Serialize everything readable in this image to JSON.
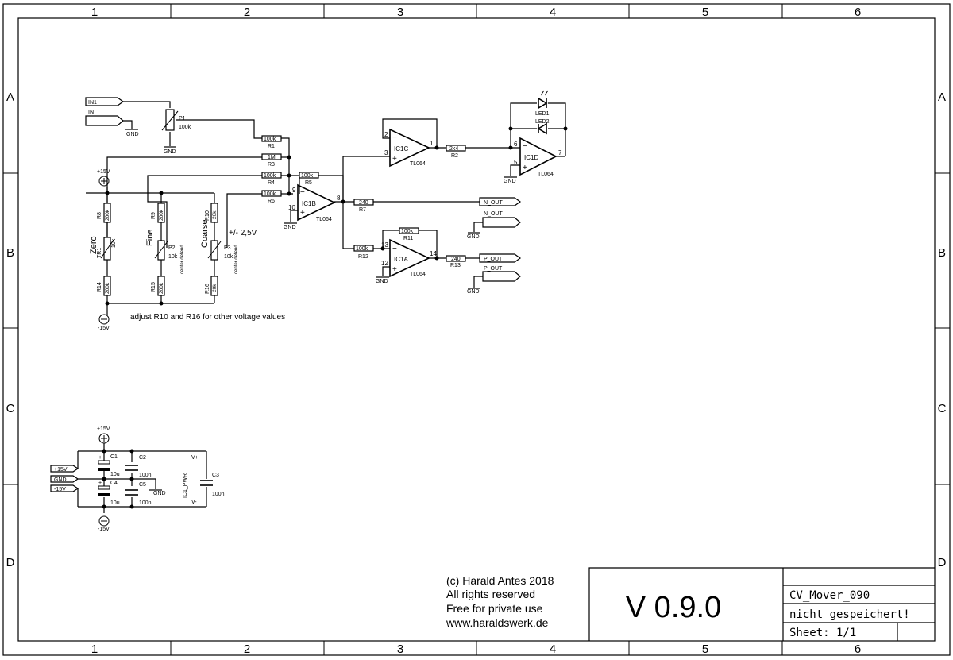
{
  "frame": {
    "columns": [
      "1",
      "2",
      "3",
      "4",
      "5",
      "6"
    ],
    "rows": [
      "A",
      "B",
      "C",
      "D"
    ]
  },
  "ports": {
    "in1": "IN1",
    "in": "IN",
    "n_out_1": "N_OUT",
    "n_out_2": "N_OUT",
    "p_out_1": "P_OUT",
    "p_out_2": "P_OUT",
    "pwr_p15": "+15V",
    "pwr_gnd": "GND",
    "pwr_m15": "-15V"
  },
  "supply": {
    "p15_a": "+15V",
    "m15_a": "-15V",
    "p15_b": "+15V",
    "m15_b": "-15V",
    "gnd": "GND"
  },
  "resistors": {
    "r1": {
      "ref": "R1",
      "value": "100k"
    },
    "r2": {
      "ref": "R2",
      "value": "2k4"
    },
    "r3": {
      "ref": "R3",
      "value": "1M"
    },
    "r4": {
      "ref": "R4",
      "value": "100k"
    },
    "r5": {
      "ref": "R5",
      "value": "100k"
    },
    "r6": {
      "ref": "R6",
      "value": "100k"
    },
    "r7": {
      "ref": "R7",
      "value": "240"
    },
    "r8": {
      "ref": "R8",
      "value": "200k"
    },
    "r9": {
      "ref": "R9",
      "value": "200k"
    },
    "r10": {
      "ref": "R10",
      "value": "20k"
    },
    "r11": {
      "ref": "R11",
      "value": "100k"
    },
    "r12": {
      "ref": "R12",
      "value": "100k"
    },
    "r13": {
      "ref": "R13",
      "value": "240"
    },
    "r14": {
      "ref": "R14",
      "value": "200k"
    },
    "r15": {
      "ref": "R15",
      "value": "200k"
    },
    "r16": {
      "ref": "R16",
      "value": "20k"
    }
  },
  "pots": {
    "p1": {
      "ref": "P1",
      "value": "100k"
    },
    "p2": {
      "ref": "P2",
      "value": "10k",
      "note": "center detend"
    },
    "p3": {
      "ref": "P3",
      "value": "10k",
      "note": "center detend"
    },
    "tr1": {
      "ref": "TR1",
      "value": "10k"
    }
  },
  "opamps": {
    "ic1a": {
      "ref": "IC1A",
      "part": "TL064",
      "pin_minus": "13",
      "pin_plus": "12",
      "pin_out": "14"
    },
    "ic1b": {
      "ref": "IC1B",
      "part": "TL064",
      "pin_minus": "9",
      "pin_plus": "10",
      "pin_out": "8"
    },
    "ic1c": {
      "ref": "IC1C",
      "part": "TL064",
      "pin_minus": "2",
      "pin_plus": "3",
      "pin_out": "1"
    },
    "ic1d": {
      "ref": "IC1D",
      "part": "TL064",
      "pin_minus": "6",
      "pin_plus": "5",
      "pin_out": "7"
    }
  },
  "leds": {
    "led1": "LED1",
    "led2": "LED2"
  },
  "labels": {
    "zero": "Zero",
    "fine": "Fine",
    "coarse": "Coarse",
    "range": "+/- 2,5V",
    "adjust_note": "adjust R10 and R16 for other voltage values"
  },
  "capacitors": {
    "c1": {
      "ref": "C1",
      "value": "10u"
    },
    "c2": {
      "ref": "C2",
      "value": "100n"
    },
    "c3": {
      "ref": "C3",
      "value": "100n"
    },
    "c4": {
      "ref": "C4",
      "value": "10u"
    },
    "c5": {
      "ref": "C5",
      "value": "100n"
    }
  },
  "power_unit": {
    "ref": "IC1_PWR",
    "vplus": "V+",
    "vminus": "V-"
  },
  "copyright": {
    "line1": "(c) Harald Antes 2018",
    "line2": "All rights reserved",
    "line3": "Free for private use",
    "line4": "www.haraldswerk.de"
  },
  "title_block": {
    "version": "V 0.9.0",
    "name": "CV_Mover_090",
    "status": "nicht gespeichert!",
    "sheet": "Sheet: 1/1"
  }
}
